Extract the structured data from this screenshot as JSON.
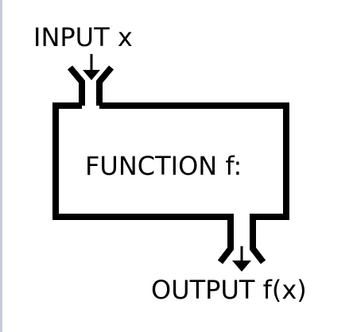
{
  "diagram": {
    "input_label": "INPUT x",
    "function_label": "FUNCTION f:",
    "output_label": "OUTPUT f(x)",
    "colors": {
      "stroke": "#000000",
      "background": "#ffffff",
      "edge": "#c6cad8"
    }
  }
}
